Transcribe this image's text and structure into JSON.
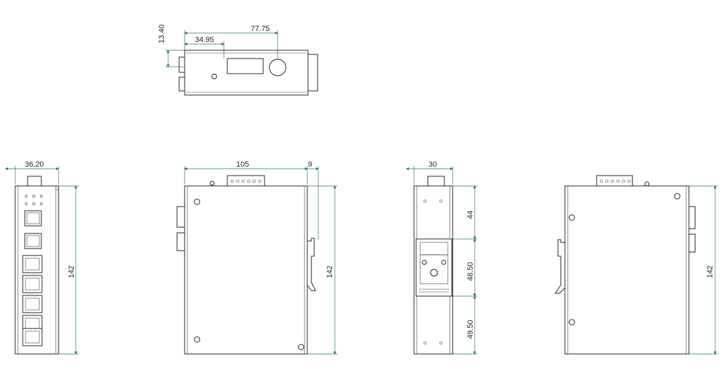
{
  "colors": {
    "outline": "#222222",
    "dimension": "#1f6f6f",
    "background": "#ffffff"
  },
  "views": {
    "top": {
      "dim_height": "13.40",
      "dim_a": "34.95",
      "dim_b": "77.75"
    },
    "front": {
      "dim_width": "36.20",
      "dim_height": "142"
    },
    "side_left": {
      "dim_width": "105",
      "dim_rail": "9",
      "dim_height": "142"
    },
    "rear": {
      "dim_width": "30",
      "dim_upper": "44",
      "dim_middle": "48.50",
      "dim_lower": "49.50"
    },
    "side_right": {
      "dim_height": "142"
    }
  }
}
